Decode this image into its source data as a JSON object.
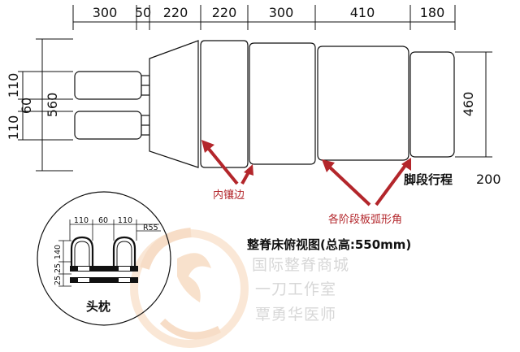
{
  "top_dimensions": [
    "300",
    "50",
    "220",
    "220",
    "300",
    "410",
    "180"
  ],
  "left_dimensions": {
    "total": "560",
    "upper": "110",
    "middle": "60",
    "lower": "110"
  },
  "right_dimension": "460",
  "foot_travel": {
    "label": "脚段行程",
    "value": "200"
  },
  "callouts": {
    "inner_inlay": "内镶边",
    "arc_corners": "各阶段板弧形角"
  },
  "title": "整脊床俯视图(总高:550mm)",
  "inset": {
    "label": "头枕",
    "dimensions": {
      "w1": "110",
      "gap": "60",
      "w2": "110",
      "radius": "R55",
      "height": "140",
      "small1": "25",
      "small2": "25"
    }
  },
  "watermark_lines": [
    "国际整脊商城",
    "一刀工作室",
    "覃勇华医师"
  ],
  "colors": {
    "line": "#111111",
    "callout": "#b3262b",
    "watermark_text": "#d7d7d7",
    "logo_orange": "#f1c39a"
  }
}
